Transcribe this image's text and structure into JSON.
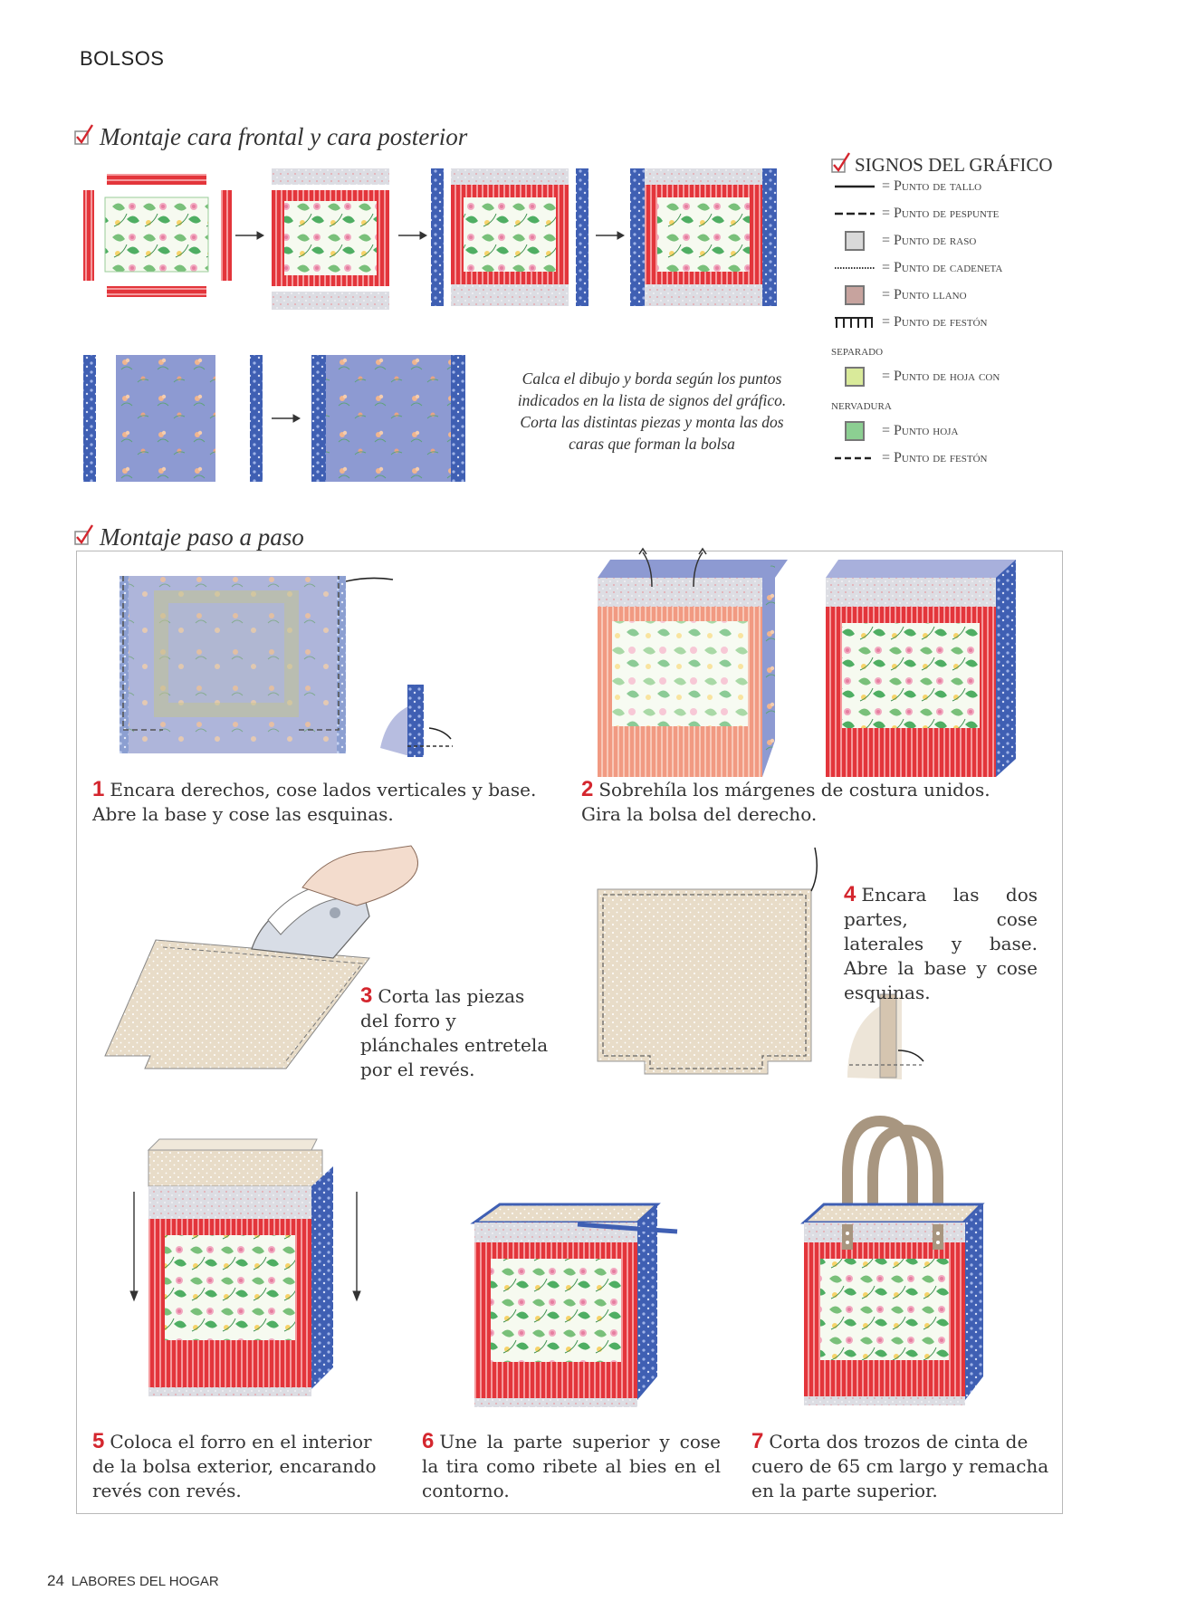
{
  "header": {
    "section": "BOLSOS"
  },
  "front_back": {
    "title": "Montaje cara frontal y cara posterior"
  },
  "legend": {
    "title": "SIGNOS DEL GRÁFICO",
    "items": [
      {
        "label": "= Punto de tallo",
        "symbol": "solid-line-icon"
      },
      {
        "label": "= Punto de pespunte",
        "symbol": "dashed-line-icon"
      },
      {
        "label": "= Punto de raso",
        "symbol": "gray-swatch-icon",
        "color": "#d9d9d9"
      },
      {
        "label": "= Punto de cadeneta",
        "symbol": "dotted-line-icon"
      },
      {
        "label": "= Punto llano",
        "symbol": "mauve-swatch-icon",
        "color": "#c7a39e"
      },
      {
        "label": "= Punto de festón",
        "symbol": "comb-line-icon"
      },
      {
        "label": "= Punto de hoja con",
        "symbol": "lime-swatch-icon",
        "color": "#d9ea9a"
      },
      {
        "label": "= Punto hoja",
        "symbol": "green-swatch-icon",
        "color": "#8ccf92"
      },
      {
        "label": "= Punto de festón",
        "symbol": "wide-dashed-line-icon"
      }
    ],
    "wraps": [
      "separado",
      "nervadura"
    ]
  },
  "note": "Calca el dibujo y borda según los puntos indicados en la lista de signos del gráfico. Corta las distintas piezas y monta las dos caras que forman la bolsa",
  "steps_section": {
    "title": "Montaje paso a paso"
  },
  "steps": [
    {
      "num": "1",
      "text": "Encara derechos, cose lados verticales y base. Abre la base y cose las esquinas."
    },
    {
      "num": "2",
      "text": "Sobrehíla los márgenes de costura unidos. Gira la bolsa del derecho."
    },
    {
      "num": "3",
      "text": "Corta las piezas del forro y plánchales entretela por el revés."
    },
    {
      "num": "4",
      "text": "Encara las dos partes, cose laterales y base. Abre la base y cose esquinas."
    },
    {
      "num": "5",
      "text": "Coloca el forro en el interior de la bolsa exterior, encarando revés con revés."
    },
    {
      "num": "6",
      "text": "Une la parte superior y cose la tira como ribete al bies en el contorno."
    },
    {
      "num": "7",
      "text": "Corta dos trozos de cinta de cuero de 65 cm largo y remacha en la parte superior."
    }
  ],
  "footer": {
    "page": "24",
    "magazine": "LABORES DEL HOGAR"
  },
  "colors": {
    "red_stripe": "#e0353a",
    "blue_print": "#3f5fb3",
    "gray_dot": "#d9d9dd",
    "linen": "#e6d9c5",
    "lilac": "#8e9ad1",
    "leather": "#a89680"
  }
}
